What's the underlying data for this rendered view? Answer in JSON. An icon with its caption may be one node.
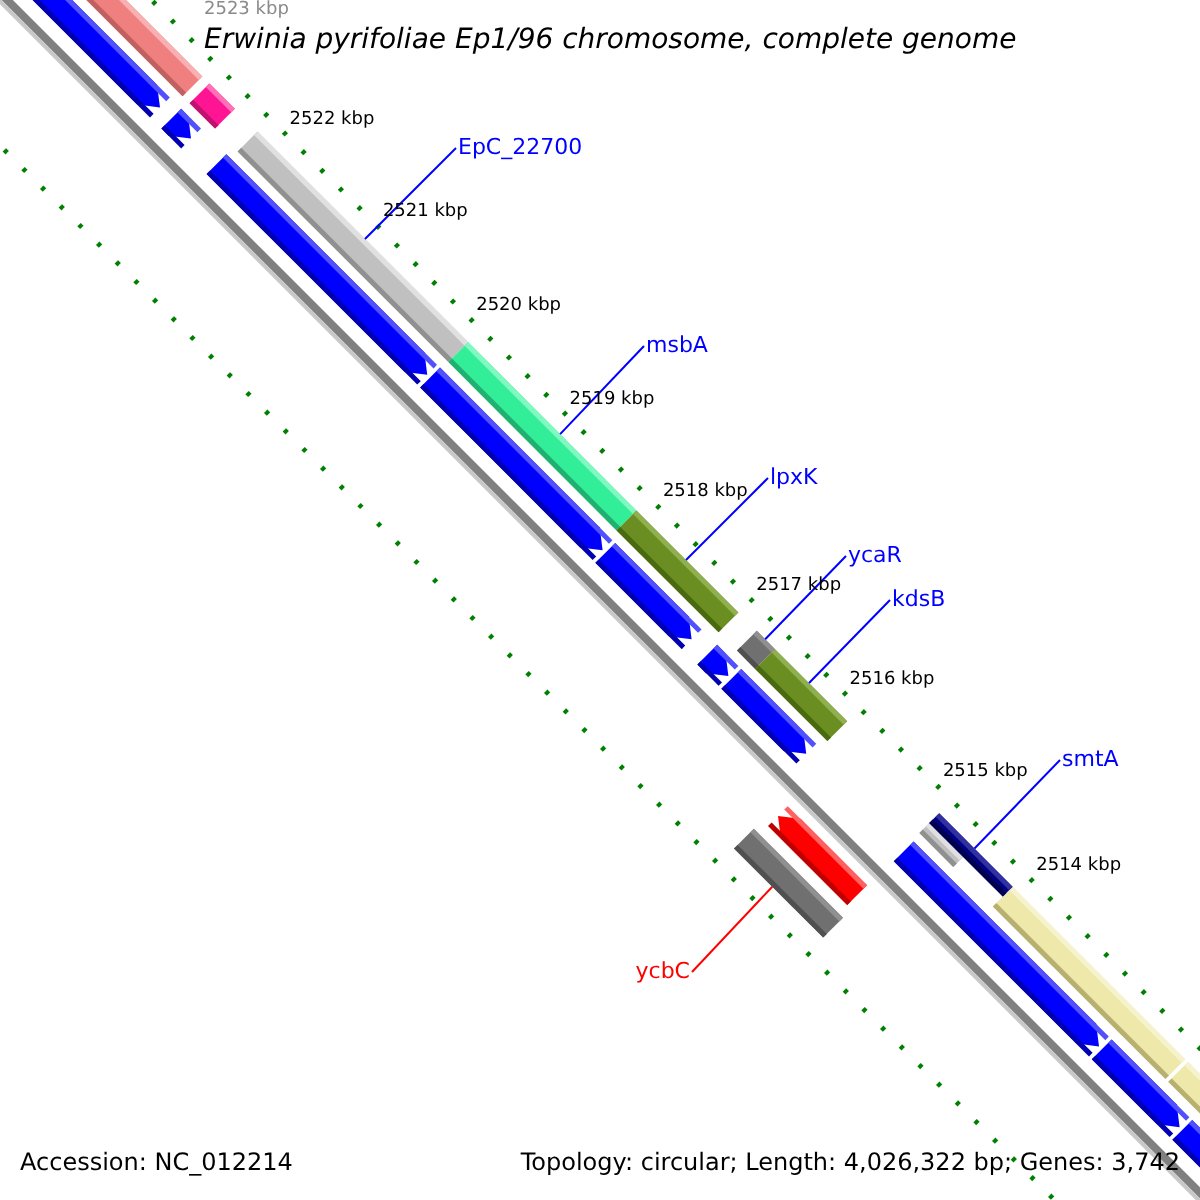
{
  "diagram": {
    "title": "Erwinia pyrifoliae Ep1/96 chromosome, complete genome",
    "nodes": [
      {
        "text": [
          "EpC_22700"
        ]
      },
      {
        "text": [],
        "shape": "bar"
      },
      {
        "text": [
          "msbA"
        ]
      },
      {
        "text": [],
        "shape": "bar"
      },
      {
        "text": [
          "lpxK"
        ]
      },
      {
        "text": [],
        "shape": "bar"
      },
      {
        "text": [
          "ycaR"
        ]
      },
      {
        "text": [],
        "shape": "bar"
      },
      {
        "text": [
          "kdsB"
        ]
      },
      {
        "text": [],
        "shape": "bar"
      },
      {
        "text": [
          "smtA"
        ]
      },
      {
        "text": [],
        "shape": "bar"
      },
      {
        "text": [
          "ycbC"
        ]
      },
      {
        "text": [],
        "shape": "bar"
      }
    ],
    "edges": [
      {
        "from": 0,
        "to": 1,
        "arrow": "none"
      },
      {
        "from": 2,
        "to": 3,
        "arrow": "none"
      },
      {
        "from": 4,
        "to": 5,
        "arrow": "none"
      },
      {
        "from": 6,
        "to": 7,
        "arrow": "none"
      },
      {
        "from": 8,
        "to": 9,
        "arrow": "none"
      },
      {
        "from": 10,
        "to": 11,
        "arrow": "none"
      },
      {
        "from": 12,
        "to": 13,
        "arrow": "none",
        "color": "#ff0000"
      }
    ],
    "labels": [
      "2523 kbp",
      "2522 kbp",
      "2521 kbp",
      "2520 kbp",
      "2519 kbp",
      "2518 kbp",
      "2517 kbp",
      "2516 kbp",
      "2515 kbp",
      "2514 kbp",
      "Accession: NC_012214",
      "Topology: circular; Length: 4,026,322 bp; Genes: 3,742"
    ]
  }
}
